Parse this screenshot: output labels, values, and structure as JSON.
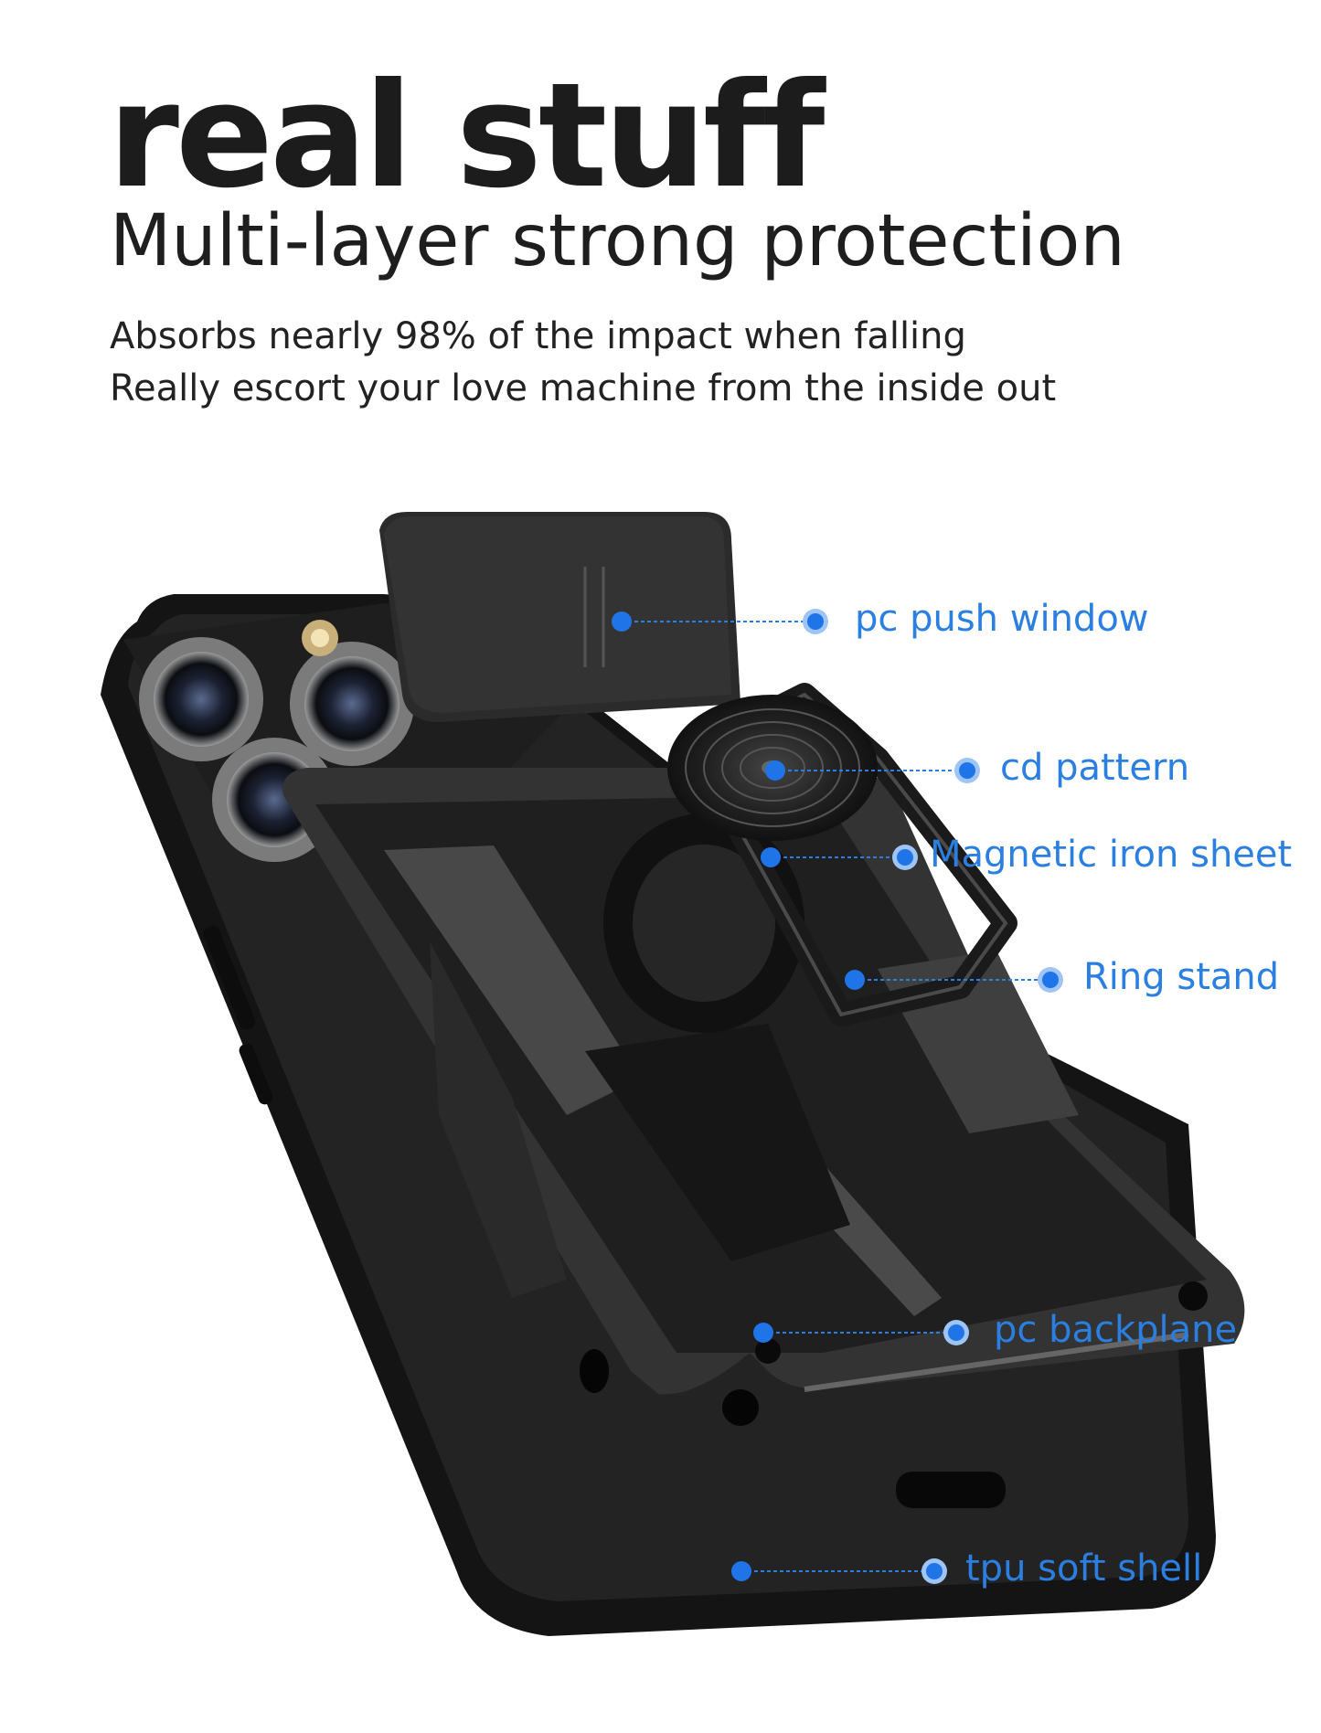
{
  "header": {
    "title": "real stuff",
    "subtitle": "Multi-layer strong protection",
    "line1": "Absorbs nearly 98% of the impact when falling",
    "line2": "Really escort your love machine from the inside out"
  },
  "callouts": {
    "push_window": "pc push window",
    "cd_pattern": "cd pattern",
    "iron_sheet": "Magnetic iron sheet",
    "ring_stand": "Ring stand",
    "backplane": "pc backplane",
    "soft_shell": "tpu soft shell"
  },
  "colors": {
    "accent": "#2a7fe0",
    "case": "#1a1a1a",
    "text": "#1c1c1c"
  }
}
